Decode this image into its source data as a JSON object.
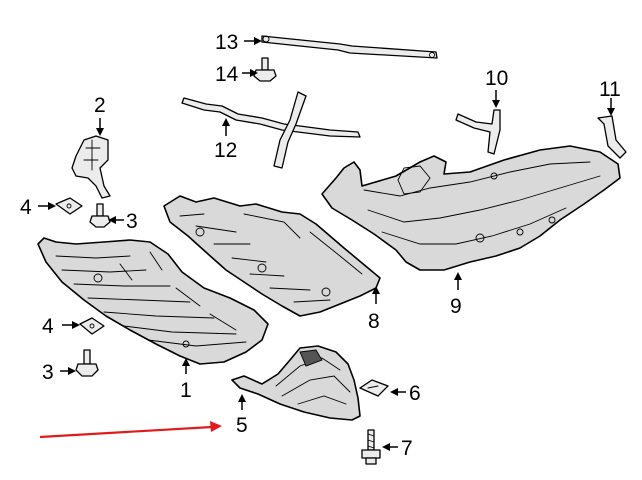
{
  "callouts": {
    "c1": "1",
    "c2": "2",
    "c3a": "3",
    "c3b": "3",
    "c4a": "4",
    "c4b": "4",
    "c5": "5",
    "c6": "6",
    "c7": "7",
    "c8": "8",
    "c9": "9",
    "c10": "10",
    "c11": "11",
    "c12": "12",
    "c13": "13",
    "c14": "14"
  },
  "colors": {
    "indicator_arrow": "#e01b1b",
    "part_fill": "#d9d9d9",
    "outline": "#000000"
  }
}
